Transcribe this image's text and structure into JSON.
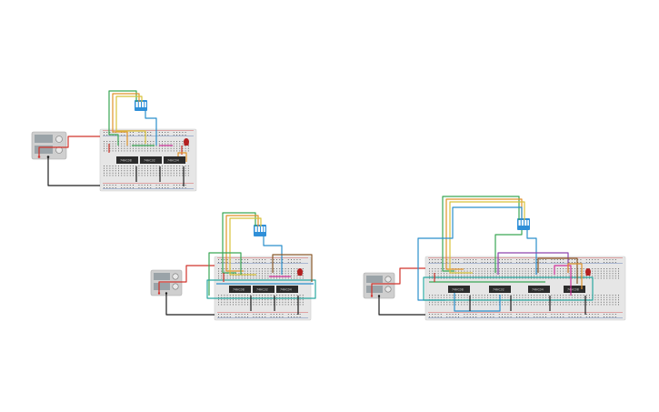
{
  "canvas": {
    "background": "#ffffff"
  },
  "colors": {
    "breadboard": "#e6e6e6",
    "breadboard_border": "#cfcfcf",
    "hole": "#6b6b6b",
    "rail_red": "#d33a3a",
    "rail_blue": "#4a6fb0",
    "chip": "#2b2b2b",
    "dip_switch": "#2f8fd8",
    "led": "#b32020",
    "power_body": "#cfcfcf",
    "power_screen": "#9aa3a8",
    "wire_red": "#d0342c",
    "wire_black": "#1e1e1e",
    "wire_green": "#3aa655",
    "wire_orange": "#e0922a",
    "wire_yellow": "#d8c23a",
    "wire_blue": "#2b8fcc",
    "wire_brown": "#8a5a2b",
    "wire_purple": "#8e44ad",
    "wire_magenta": "#d0309a",
    "wire_teal": "#2aa8a0"
  },
  "circuits": [
    {
      "name": "circuit-small",
      "components": [
        "power-supply",
        "dip-switch",
        "breadboard",
        "chip",
        "chip",
        "chip",
        "led"
      ]
    },
    {
      "name": "circuit-medium",
      "components": [
        "power-supply",
        "dip-switch",
        "breadboard",
        "chip",
        "chip",
        "chip",
        "led"
      ]
    },
    {
      "name": "circuit-large",
      "components": [
        "power-supply",
        "dip-switch",
        "breadboard",
        "chip",
        "chip",
        "chip",
        "chip",
        "led"
      ]
    }
  ]
}
